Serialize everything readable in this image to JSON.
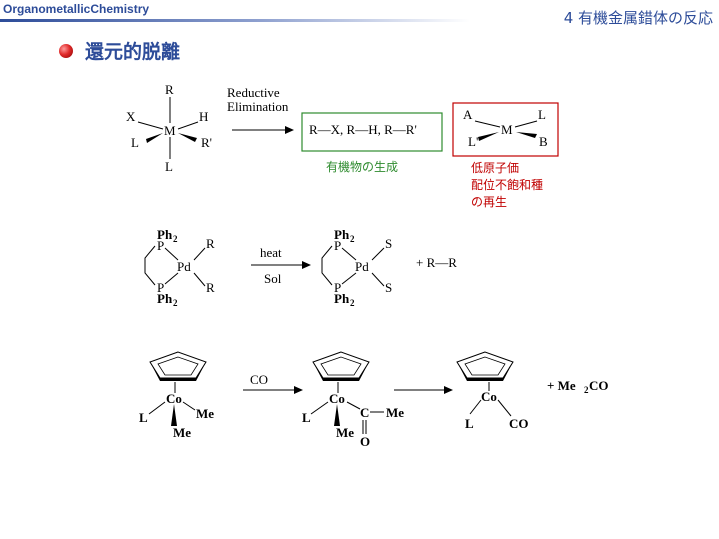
{
  "header": {
    "course_title": "OrganometallicChemistry",
    "chapter_title": "4 有機金属錯体の反応"
  },
  "slide": {
    "title": "還元的脱離"
  },
  "scheme1": {
    "atoms": {
      "metal": "M",
      "r_top": "R",
      "x": "X",
      "h": "H",
      "l_left": "L",
      "r_prime": "R'",
      "l_bottom": "L"
    },
    "arrow_label_line1": "Reductive",
    "arrow_label_line2": "Elimination",
    "products": "R—X,  R—H,  R—R'",
    "products_caption": "有機物の生成",
    "complex_atoms": {
      "metal": "M",
      "a": "A",
      "l_top": "L",
      "l_left": "L'",
      "b": "B"
    },
    "complex_caption_line1": "低原子価",
    "complex_caption_line2": "配位不飽和種",
    "complex_caption_line3": "の再生"
  },
  "scheme2": {
    "reactant": {
      "ph2_top": "Ph",
      "p_top": "P",
      "metal": "Pd",
      "p_bottom": "P",
      "ph2_bottom": "Ph",
      "sub2": "2",
      "r1": "R",
      "r2": "R"
    },
    "arrow_label_top": "heat",
    "arrow_label_bottom": "Sol",
    "product": {
      "ph2_top": "Ph",
      "p_top": "P",
      "metal": "Pd",
      "p_bottom": "P",
      "ph2_bottom": "Ph",
      "sub2": "2",
      "s1": "S",
      "s2": "S"
    },
    "byproduct": "+  R—R"
  },
  "scheme3": {
    "complex1": {
      "metal": "Co",
      "l": "L",
      "me1": "Me",
      "me2": "Me"
    },
    "arrow1_label": "CO",
    "complex2": {
      "metal": "Co",
      "l": "L",
      "c": "C",
      "me_acyl": "Me",
      "me": "Me",
      "o": "O"
    },
    "complex3": {
      "metal": "Co",
      "l": "L",
      "co": "CO"
    },
    "byproduct_prefix": "+ Me",
    "byproduct_sub": "2",
    "byproduct_suffix": "CO"
  }
}
